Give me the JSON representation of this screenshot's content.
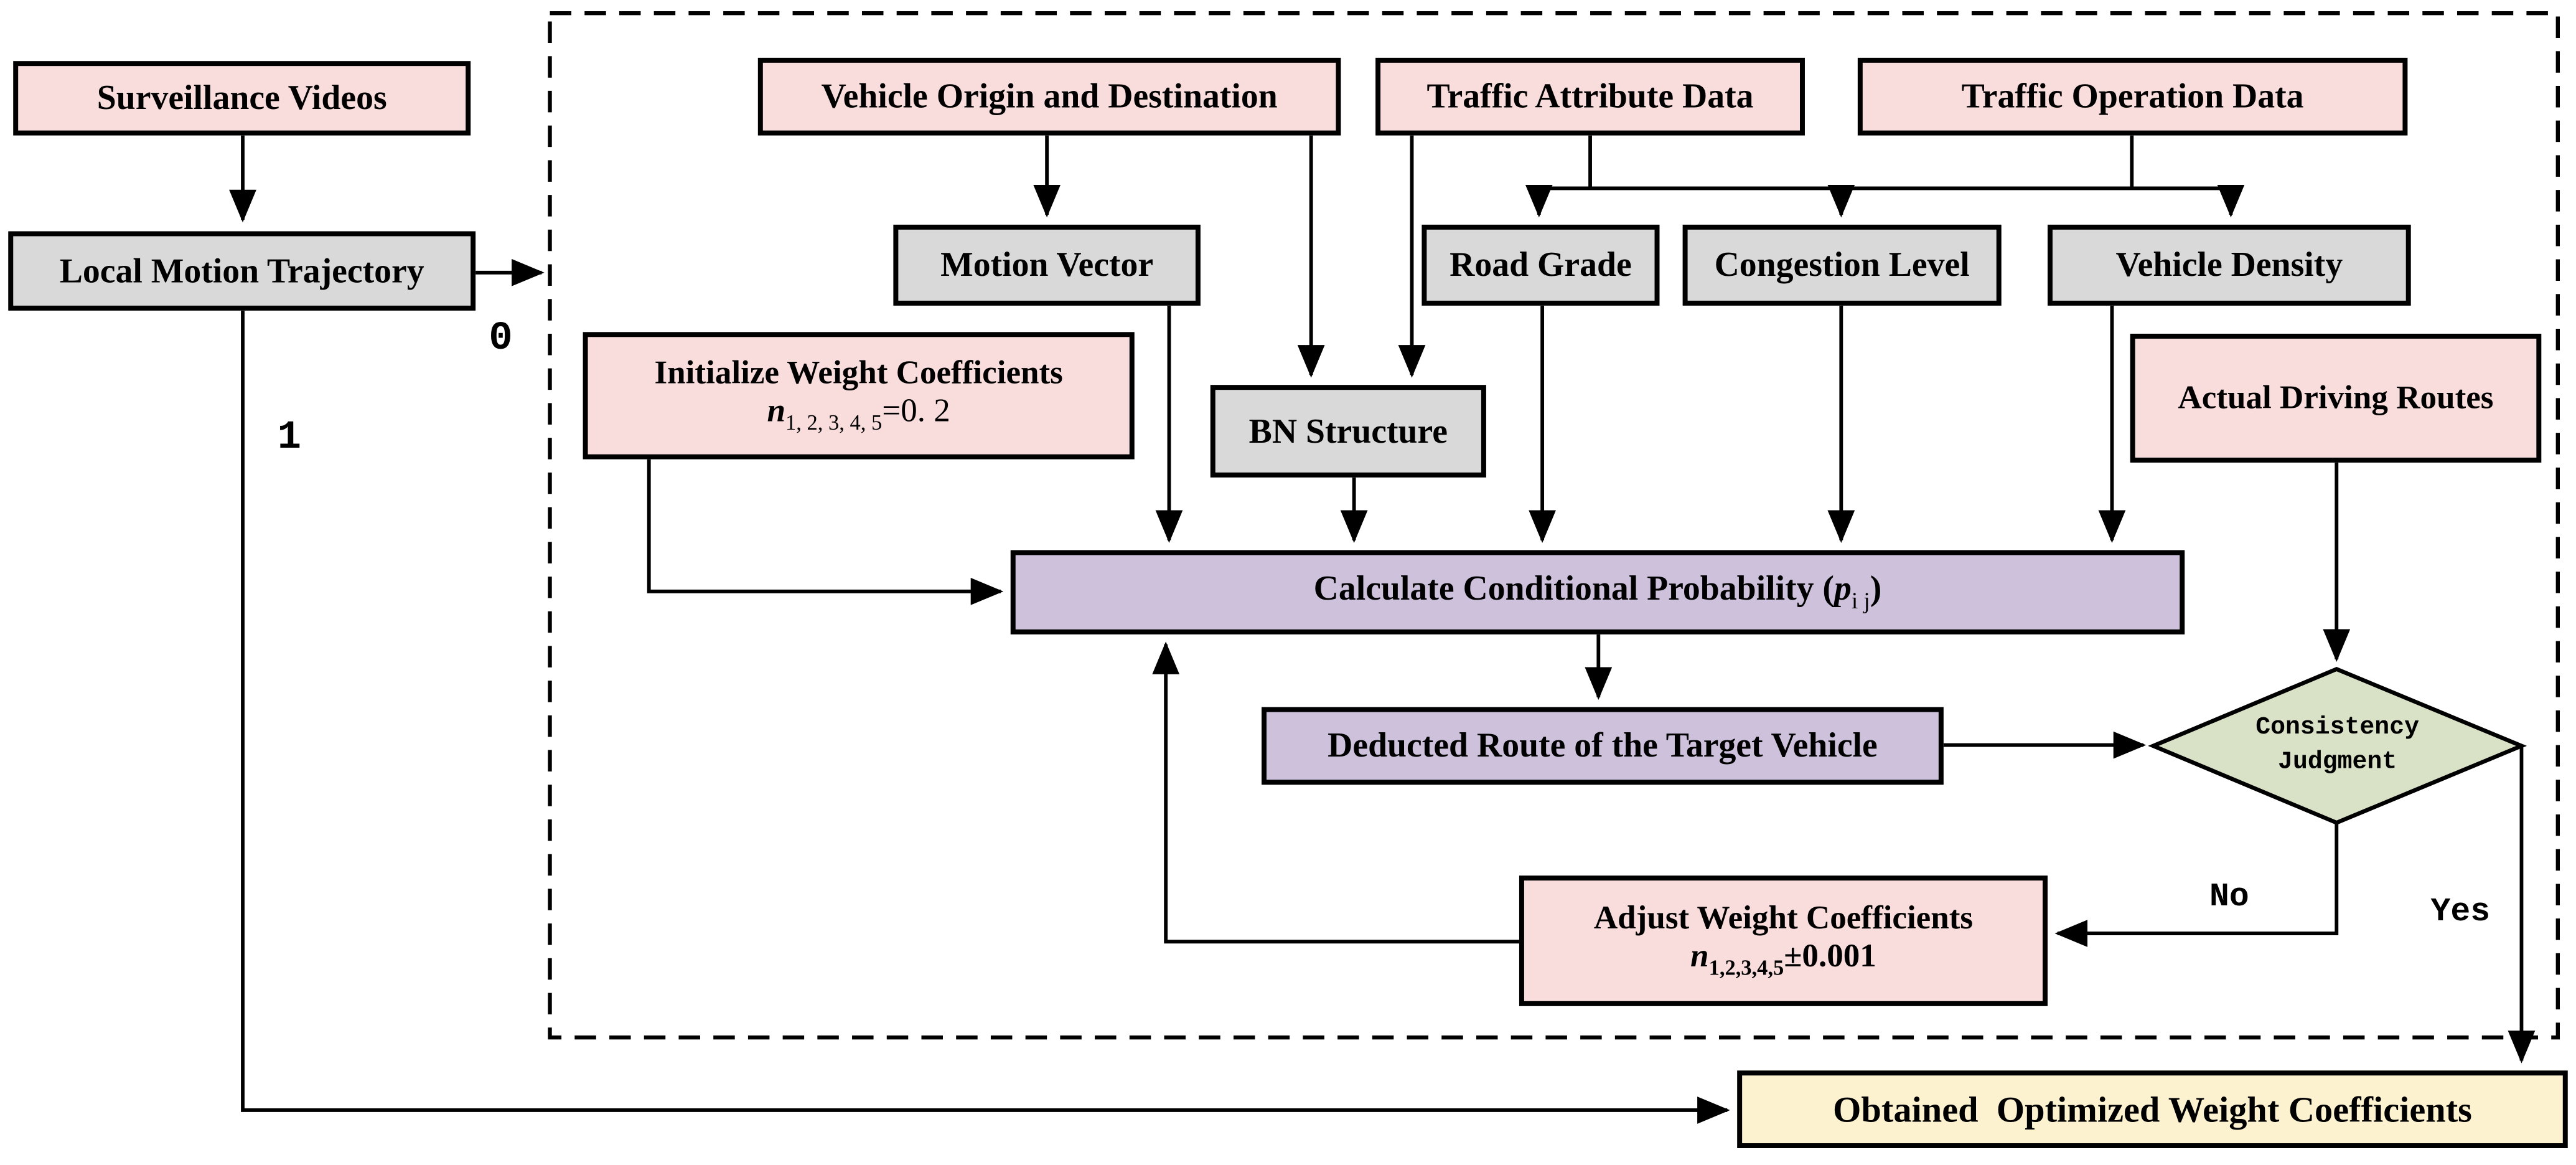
{
  "diagram": {
    "type": "flowchart",
    "nodes": {
      "surveillance_videos": {
        "label": "Surveillance Videos",
        "color": "#F9DDDC"
      },
      "local_motion_trajectory": {
        "label": "Local Motion Trajectory",
        "color": "#D9D9D9"
      },
      "vehicle_origin_destination": {
        "label": "Vehicle Origin and Destination",
        "color": "#F9DDDC"
      },
      "traffic_attribute_data": {
        "label": "Traffic Attribute Data",
        "color": "#F9DDDC"
      },
      "traffic_operation_data": {
        "label": "Traffic Operation Data",
        "color": "#F9DDDC"
      },
      "motion_vector": {
        "label": "Motion Vector",
        "color": "#D9D9D9"
      },
      "road_grade": {
        "label": "Road Grade",
        "color": "#D9D9D9"
      },
      "congestion_level": {
        "label": "Congestion Level",
        "color": "#D9D9D9"
      },
      "vehicle_density": {
        "label": "Vehicle Density",
        "color": "#D9D9D9"
      },
      "initialize_weights": {
        "line1": "Initialize Weight Coefficients",
        "formula": {
          "var": "n",
          "sub": "1, 2, 3, 4, 5",
          "rest": "=0. 2"
        },
        "color": "#F9DDDC"
      },
      "bn_structure": {
        "label": "BN Structure",
        "color": "#D9D9D9"
      },
      "actual_driving_routes": {
        "label": "Actual Driving Routes",
        "color": "#F9DDDC"
      },
      "calculate_probability": {
        "pre": "Calculate Conditional Probability (",
        "var": "p",
        "sub": "i j",
        "post": ")",
        "color": "#CDC1DC"
      },
      "deducted_route": {
        "label": "Deducted Route of the Target Vehicle",
        "color": "#CDC1DC"
      },
      "consistency_judgment": {
        "line1": "Consistency",
        "line2": "Judgment",
        "color": "#D9E1C7"
      },
      "adjust_weights": {
        "line1": "Adjust Weight Coefficients",
        "formula": {
          "var": "n",
          "sub": "1,2,3,4,5",
          "rest": "±0.001"
        },
        "color": "#F9DDDC"
      },
      "obtained_weights": {
        "label": "Obtained  Optimized Weight Coefficients",
        "color": "#FCF2CF"
      }
    },
    "edge_labels": {
      "zero": "0",
      "one": "1",
      "no": "No",
      "yes": "Yes"
    },
    "colors": {
      "background": "#FFFFFF",
      "line": "#000000",
      "pink_box": "#F9DDDC",
      "gray_box": "#D9D9D9",
      "purple_box": "#CDC1DC",
      "green_diamond": "#D9E1C7",
      "yellow_box": "#FCF2CF"
    }
  }
}
